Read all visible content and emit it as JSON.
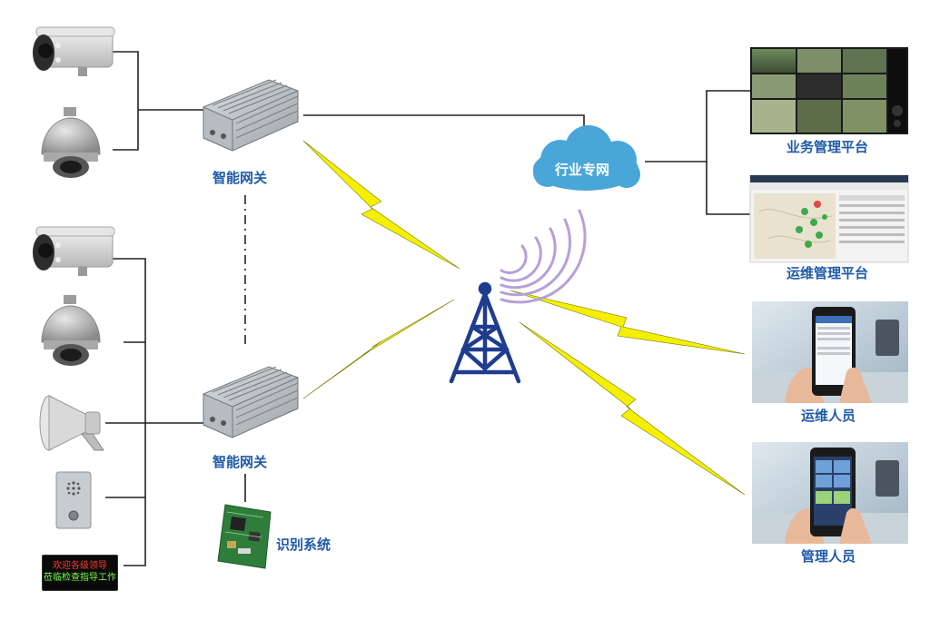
{
  "nodes": {
    "gateway_top": "智能网关",
    "gateway_bottom": "智能网关",
    "recognition": "识别系统",
    "cloud": "行业专网",
    "platform_business": "业务管理平台",
    "platform_ops": "运维管理平台",
    "person_ops": "运维人员",
    "person_mgmt": "管理人员"
  },
  "led_sign": {
    "line1": "欢迎各级领导",
    "line2": "莅临检查指导工作"
  },
  "colors": {
    "label": "#1f5aa8",
    "line": "#222222",
    "lightning": "#f4f000",
    "tower": "#1f3d8f",
    "cloud": "#4aa6d8",
    "signal_waves": "#b79fd8"
  },
  "icons": [
    "bullet-camera-icon",
    "dome-camera-icon",
    "horn-speaker-icon",
    "intercom-panel-icon",
    "led-sign-icon",
    "gateway-device-icon",
    "circuit-board-icon",
    "cloud-icon",
    "radio-tower-icon",
    "monitor-screen-icon",
    "smartphone-hand-icon"
  ]
}
